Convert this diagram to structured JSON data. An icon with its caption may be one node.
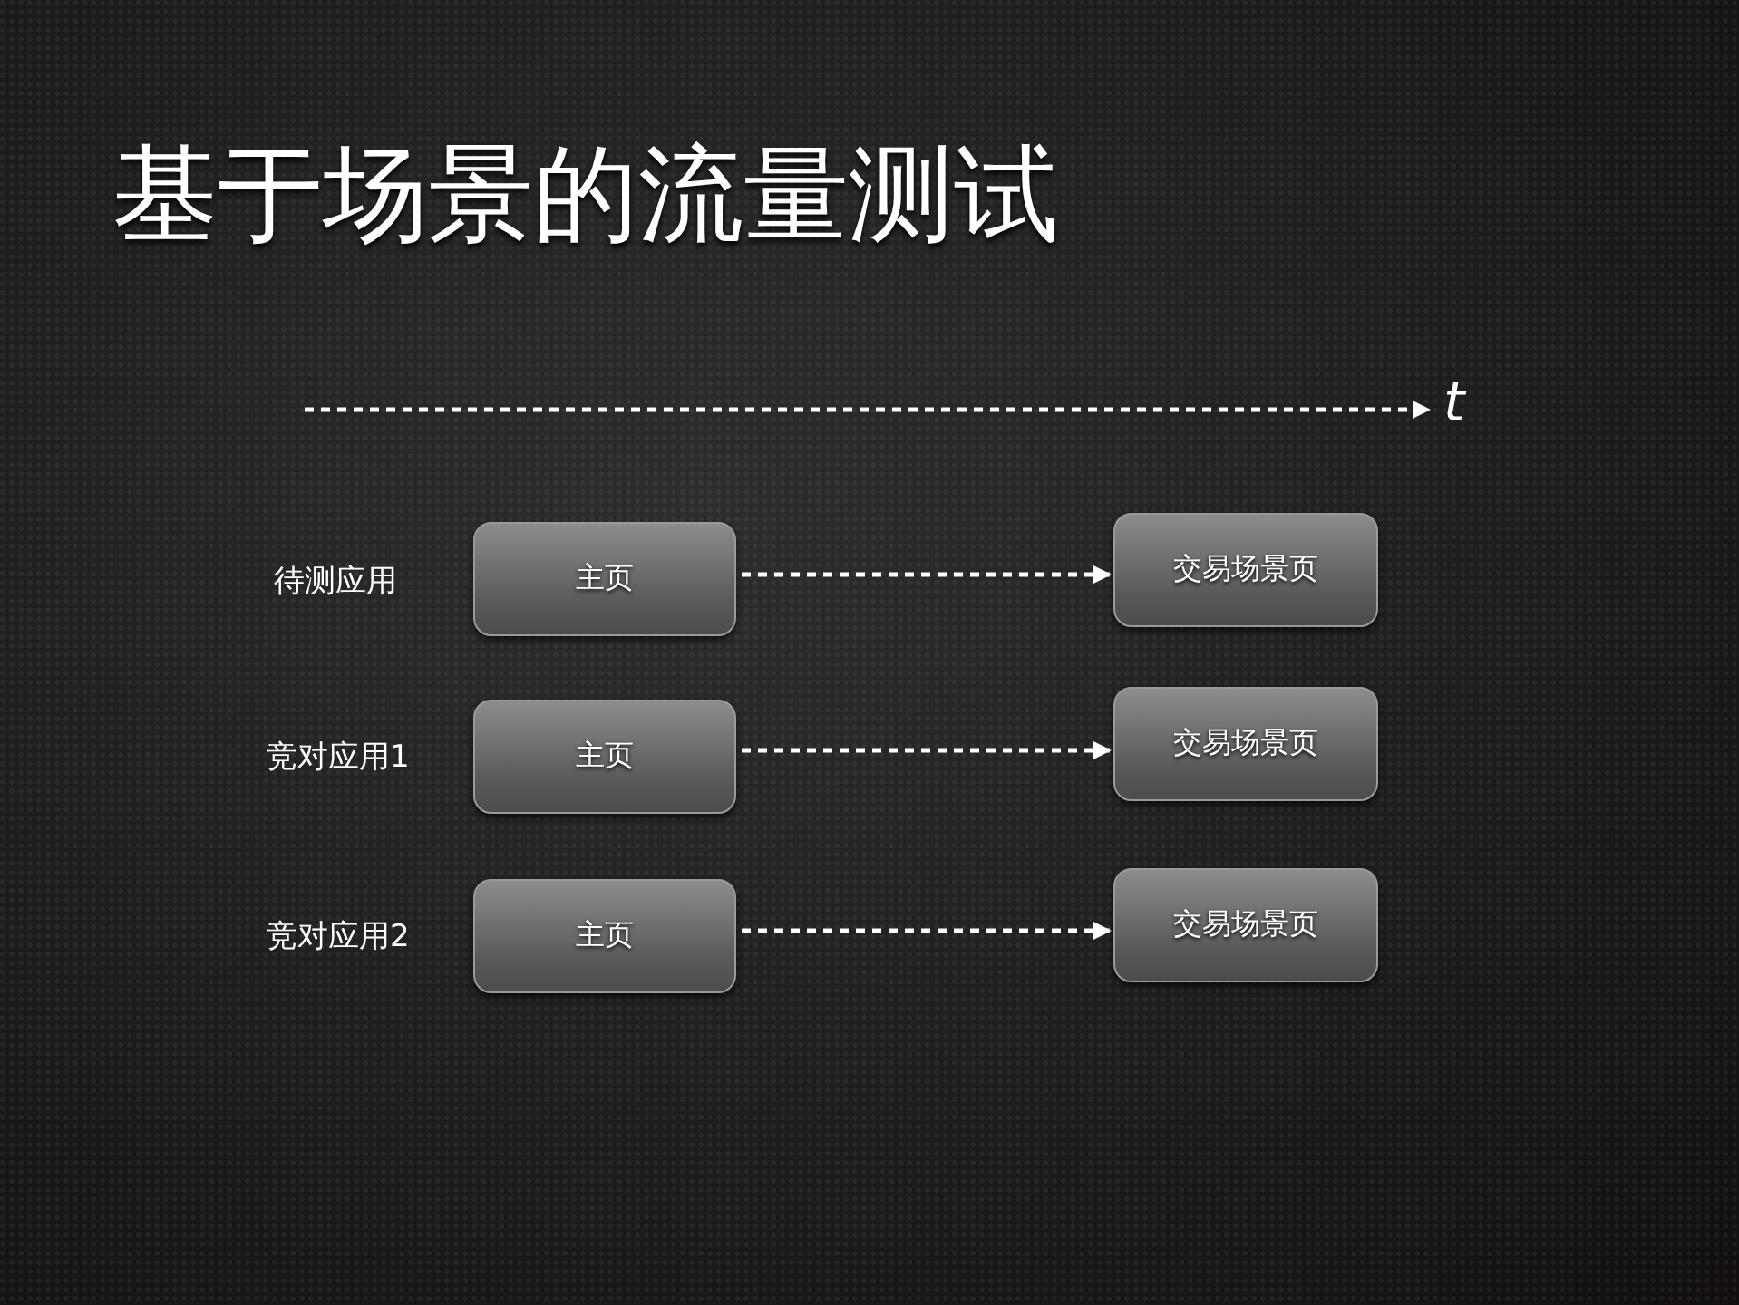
{
  "diagram": {
    "title": "基于场景的流量测试",
    "nodes": [
      {
        "text": [
          "主页"
        ]
      },
      {
        "text": [
          "交易场景页"
        ]
      },
      {
        "text": [
          "主页"
        ]
      },
      {
        "text": [
          "交易场景页"
        ]
      },
      {
        "text": [
          "主页"
        ]
      },
      {
        "text": [
          "交易场景页"
        ]
      }
    ],
    "edges": [
      {
        "from": 0,
        "to": 1,
        "arrow": "to",
        "style": "dashed"
      },
      {
        "from": 2,
        "to": 3,
        "arrow": "to",
        "style": "dashed"
      },
      {
        "from": 4,
        "to": 5,
        "arrow": "to",
        "style": "dashed"
      }
    ],
    "labels": [
      "t",
      "待测应用",
      "竞对应用1",
      "竞对应用2"
    ]
  }
}
